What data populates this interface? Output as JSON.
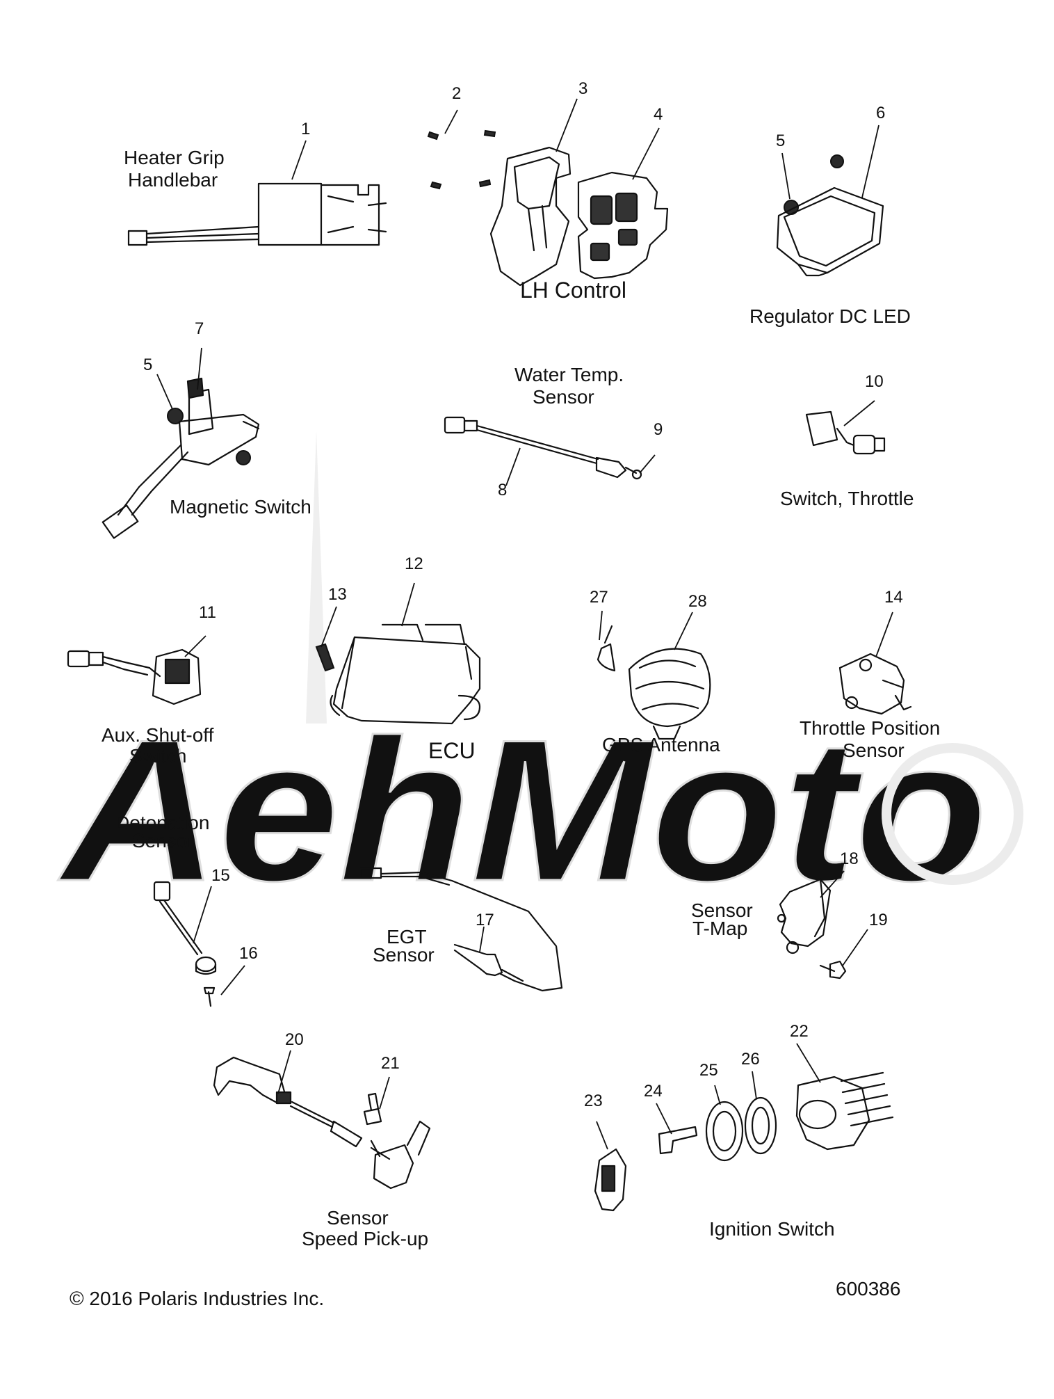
{
  "watermark": "AehMoto",
  "labels": {
    "heater_grip": [
      "Heater Grip",
      "Handlebar"
    ],
    "lh_control": "LH Control",
    "regulator": "Regulator DC LED",
    "magnetic_switch": "Magnetic Switch",
    "water_temp": [
      "Water Temp.",
      "Sensor"
    ],
    "switch_throttle": "Switch, Throttle",
    "aux_shutoff": [
      "Aux. Shut-off",
      "Switch"
    ],
    "ecu": "ECU",
    "gps": "GPS Antenna",
    "tps": [
      "Throttle Position",
      "Sensor"
    ],
    "detonation": [
      "Detonation",
      "Sensor"
    ],
    "egt": [
      "EGT",
      "Sensor"
    ],
    "tmap": [
      "Sensor",
      "T-Map"
    ],
    "speed_pickup": [
      "Sensor",
      "Speed Pick-up"
    ],
    "ignition": "Ignition Switch"
  },
  "callouts": [
    "1",
    "2",
    "3",
    "4",
    "5",
    "6",
    "5",
    "7",
    "8",
    "9",
    "10",
    "11",
    "12",
    "13",
    "27",
    "28",
    "14",
    "15",
    "16",
    "17",
    "18",
    "19",
    "20",
    "21",
    "22",
    "23",
    "24",
    "25",
    "26"
  ],
  "footer": {
    "copyright": "© 2016 Polaris Industries Inc.",
    "figure_id": "600386"
  },
  "colors": {
    "line": "#111111",
    "watermark": "#e6e6e6",
    "background": "#ffffff"
  }
}
